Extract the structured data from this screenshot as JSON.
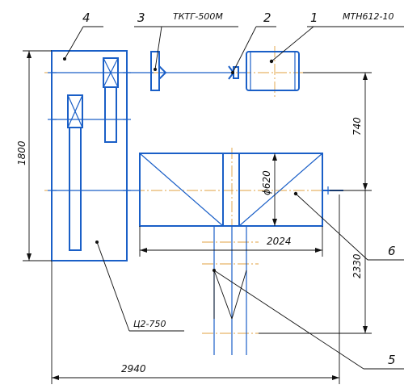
{
  "leaders": {
    "n1": "1",
    "n2": "2",
    "n3": "3",
    "n4": "4",
    "n5": "5",
    "n6": "6"
  },
  "names": {
    "motor": "МТН612-10",
    "brake": "ТКТГ-500М",
    "reducer": "Ц2-750"
  },
  "dims": {
    "h1800": "1800",
    "h740": "740",
    "h2330": "2330",
    "w2024": "2024",
    "w2940": "2940",
    "d620": "ϕ620"
  },
  "colors": {
    "outline": "#1a5fc7",
    "centerline": "#e0a040",
    "dimension": "#111111"
  }
}
